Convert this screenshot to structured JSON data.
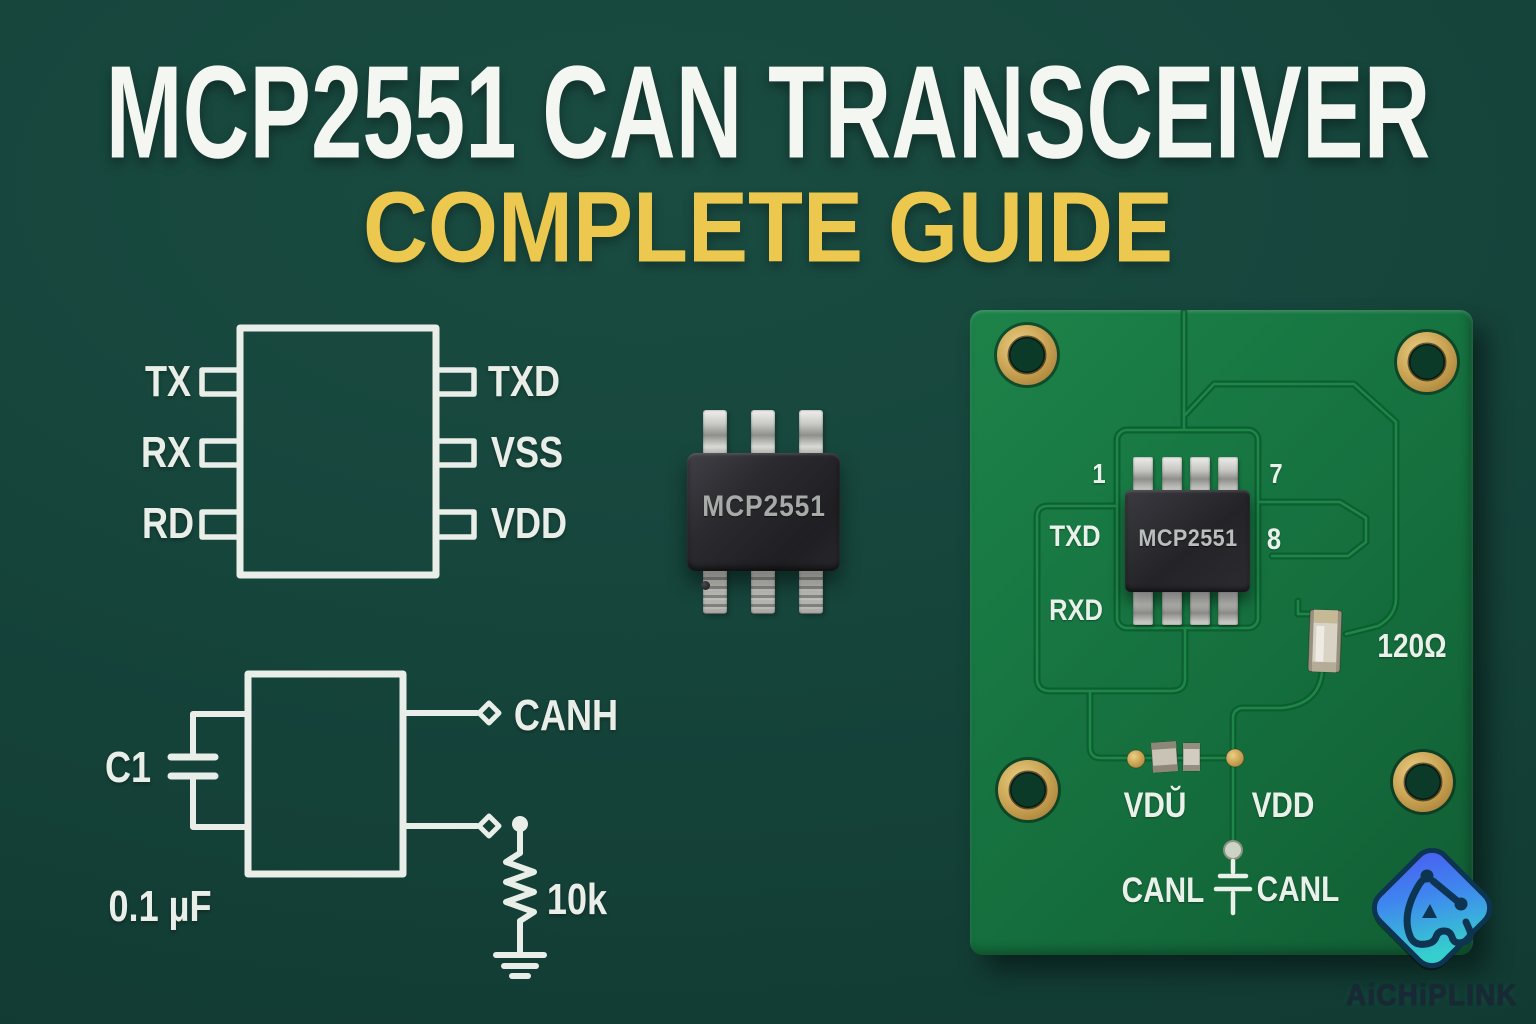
{
  "header": {
    "title": "MCP2551 CAN TRANSCEIVER",
    "subtitle": "COMPLETE GUIDE"
  },
  "pin_diagram": {
    "left_pins": [
      "TX",
      "RX",
      "RD"
    ],
    "right_pins": [
      "TXD",
      "VSS",
      "VDD"
    ]
  },
  "chip_photo": {
    "marking": "MCP2551"
  },
  "pcb": {
    "chip_marking": "MCP2551",
    "pin1": "1",
    "pin7": "7",
    "pin8": "8",
    "txd": "TXD",
    "rxd": "RXD",
    "termination": "120Ω",
    "vdu": "VDŬ",
    "vdd": "VDD",
    "canl_left": "CANL",
    "canl_right": "CANL"
  },
  "app_circuit": {
    "cap_ref": "C1",
    "cap_value": "0.1 µF",
    "canh": "CANH",
    "pull_resistor": "10k"
  },
  "brand": {
    "name": "AiCHiPLINK"
  },
  "colors": {
    "background": "#15443b",
    "title": "#f4f6f2",
    "subtitle": "#ecc94e",
    "schematic": "#e9eee8",
    "pcb_green": "#167340",
    "silkscreen": "#e9f1ea",
    "gold": "#c9a353",
    "logo_blue": "#4a5af0",
    "logo_teal": "#35d0cd"
  }
}
